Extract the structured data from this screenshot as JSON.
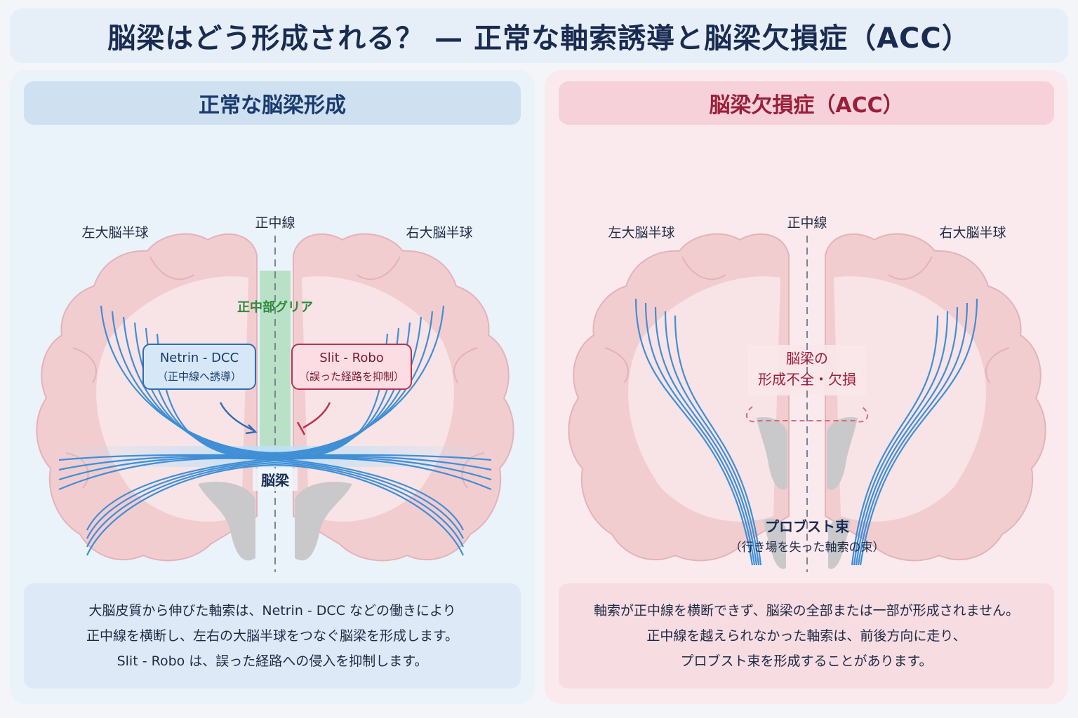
{
  "title": "脳梁はどう形成される？ — 正常な軸索誘導と脳梁欠損症（ACC）",
  "normal": {
    "header": "正常な脳梁形成",
    "label_left": "左大脳半球",
    "label_right": "右大脳半球",
    "label_midline": "正中線",
    "label_glia": "正中部グリア",
    "netrin_title": "Netrin - DCC",
    "netrin_sub": "（正中線へ誘導）",
    "slit_title": "Slit - Robo",
    "slit_sub": "（誤った経路を抑制）",
    "label_cc": "脳梁",
    "desc": [
      "大脳皮質から伸びた軸索は、Netrin - DCC などの働きにより",
      "正中線を横断し、左右の大脳半球をつなぐ脳梁を形成します。",
      "Slit - Robo は、誤った経路への侵入を抑制します。"
    ]
  },
  "acc": {
    "header": "脳梁欠損症（ACC）",
    "label_left": "左大脳半球",
    "label_right": "右大脳半球",
    "label_midline": "正中線",
    "defect_line1": "脳梁の",
    "defect_line2": "形成不全・欠損",
    "probst_title": "プロブスト束",
    "probst_sub": "（行き場を失った軸索の束）",
    "desc": [
      "軸索が正中線を横断できず、脳梁の全部または一部が形成されません。",
      "正中線を越えられなかった軸索は、前後方向に走り、",
      "プロブスト束を形成することがあります。"
    ]
  },
  "colors": {
    "axon": "#3f8fd6",
    "glia": "#8fd39a",
    "brain": "#f2cdd0",
    "ventricle": "#c9c9cc",
    "netrin": "#2f6db5",
    "slit": "#b8334f"
  }
}
